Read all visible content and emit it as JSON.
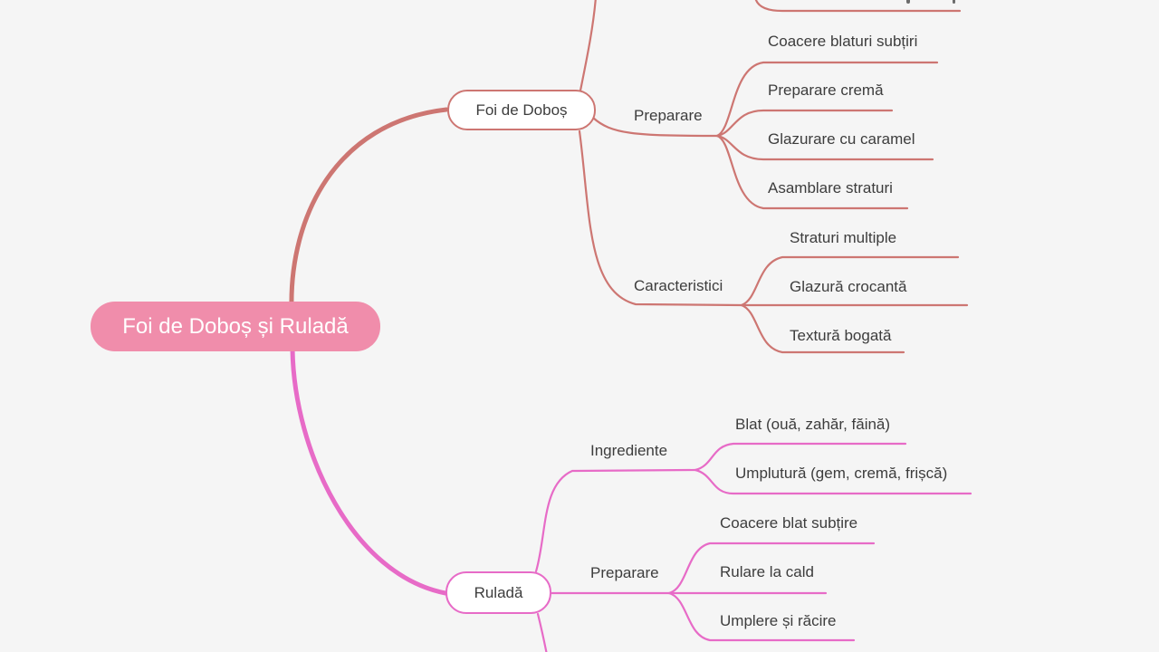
{
  "colors": {
    "background": "#f5f5f5",
    "branch-top": "#cd7672",
    "branch-bottom": "#e76bc7",
    "root-fill": "#f08dab",
    "root-text": "#ffffff",
    "node-text": "#3d3d3d"
  },
  "root": {
    "label": "Foi de Doboș și Ruladă"
  },
  "branches": [
    {
      "label": "Foi de Doboș",
      "groups": [
        {
          "label": "Preparare",
          "children": [
            "Coacere blaturi subțiri",
            "Preparare cremă",
            "Glazurare cu caramel",
            "Asamblare straturi"
          ]
        },
        {
          "label": "Caracteristici",
          "children": [
            "Straturi multiple",
            "Glazură crocantă",
            "Textură bogată"
          ]
        }
      ]
    },
    {
      "label": "Ruladă",
      "groups": [
        {
          "label": "Ingrediente",
          "children": [
            "Blat (ouă, zahăr, făină)",
            "Umplutură (gem, cremă, frișcă)"
          ]
        },
        {
          "label": "Preparare",
          "children": [
            "Coacere blat subțire",
            "Rulare la cald",
            "Umplere și răcire"
          ]
        }
      ]
    }
  ]
}
